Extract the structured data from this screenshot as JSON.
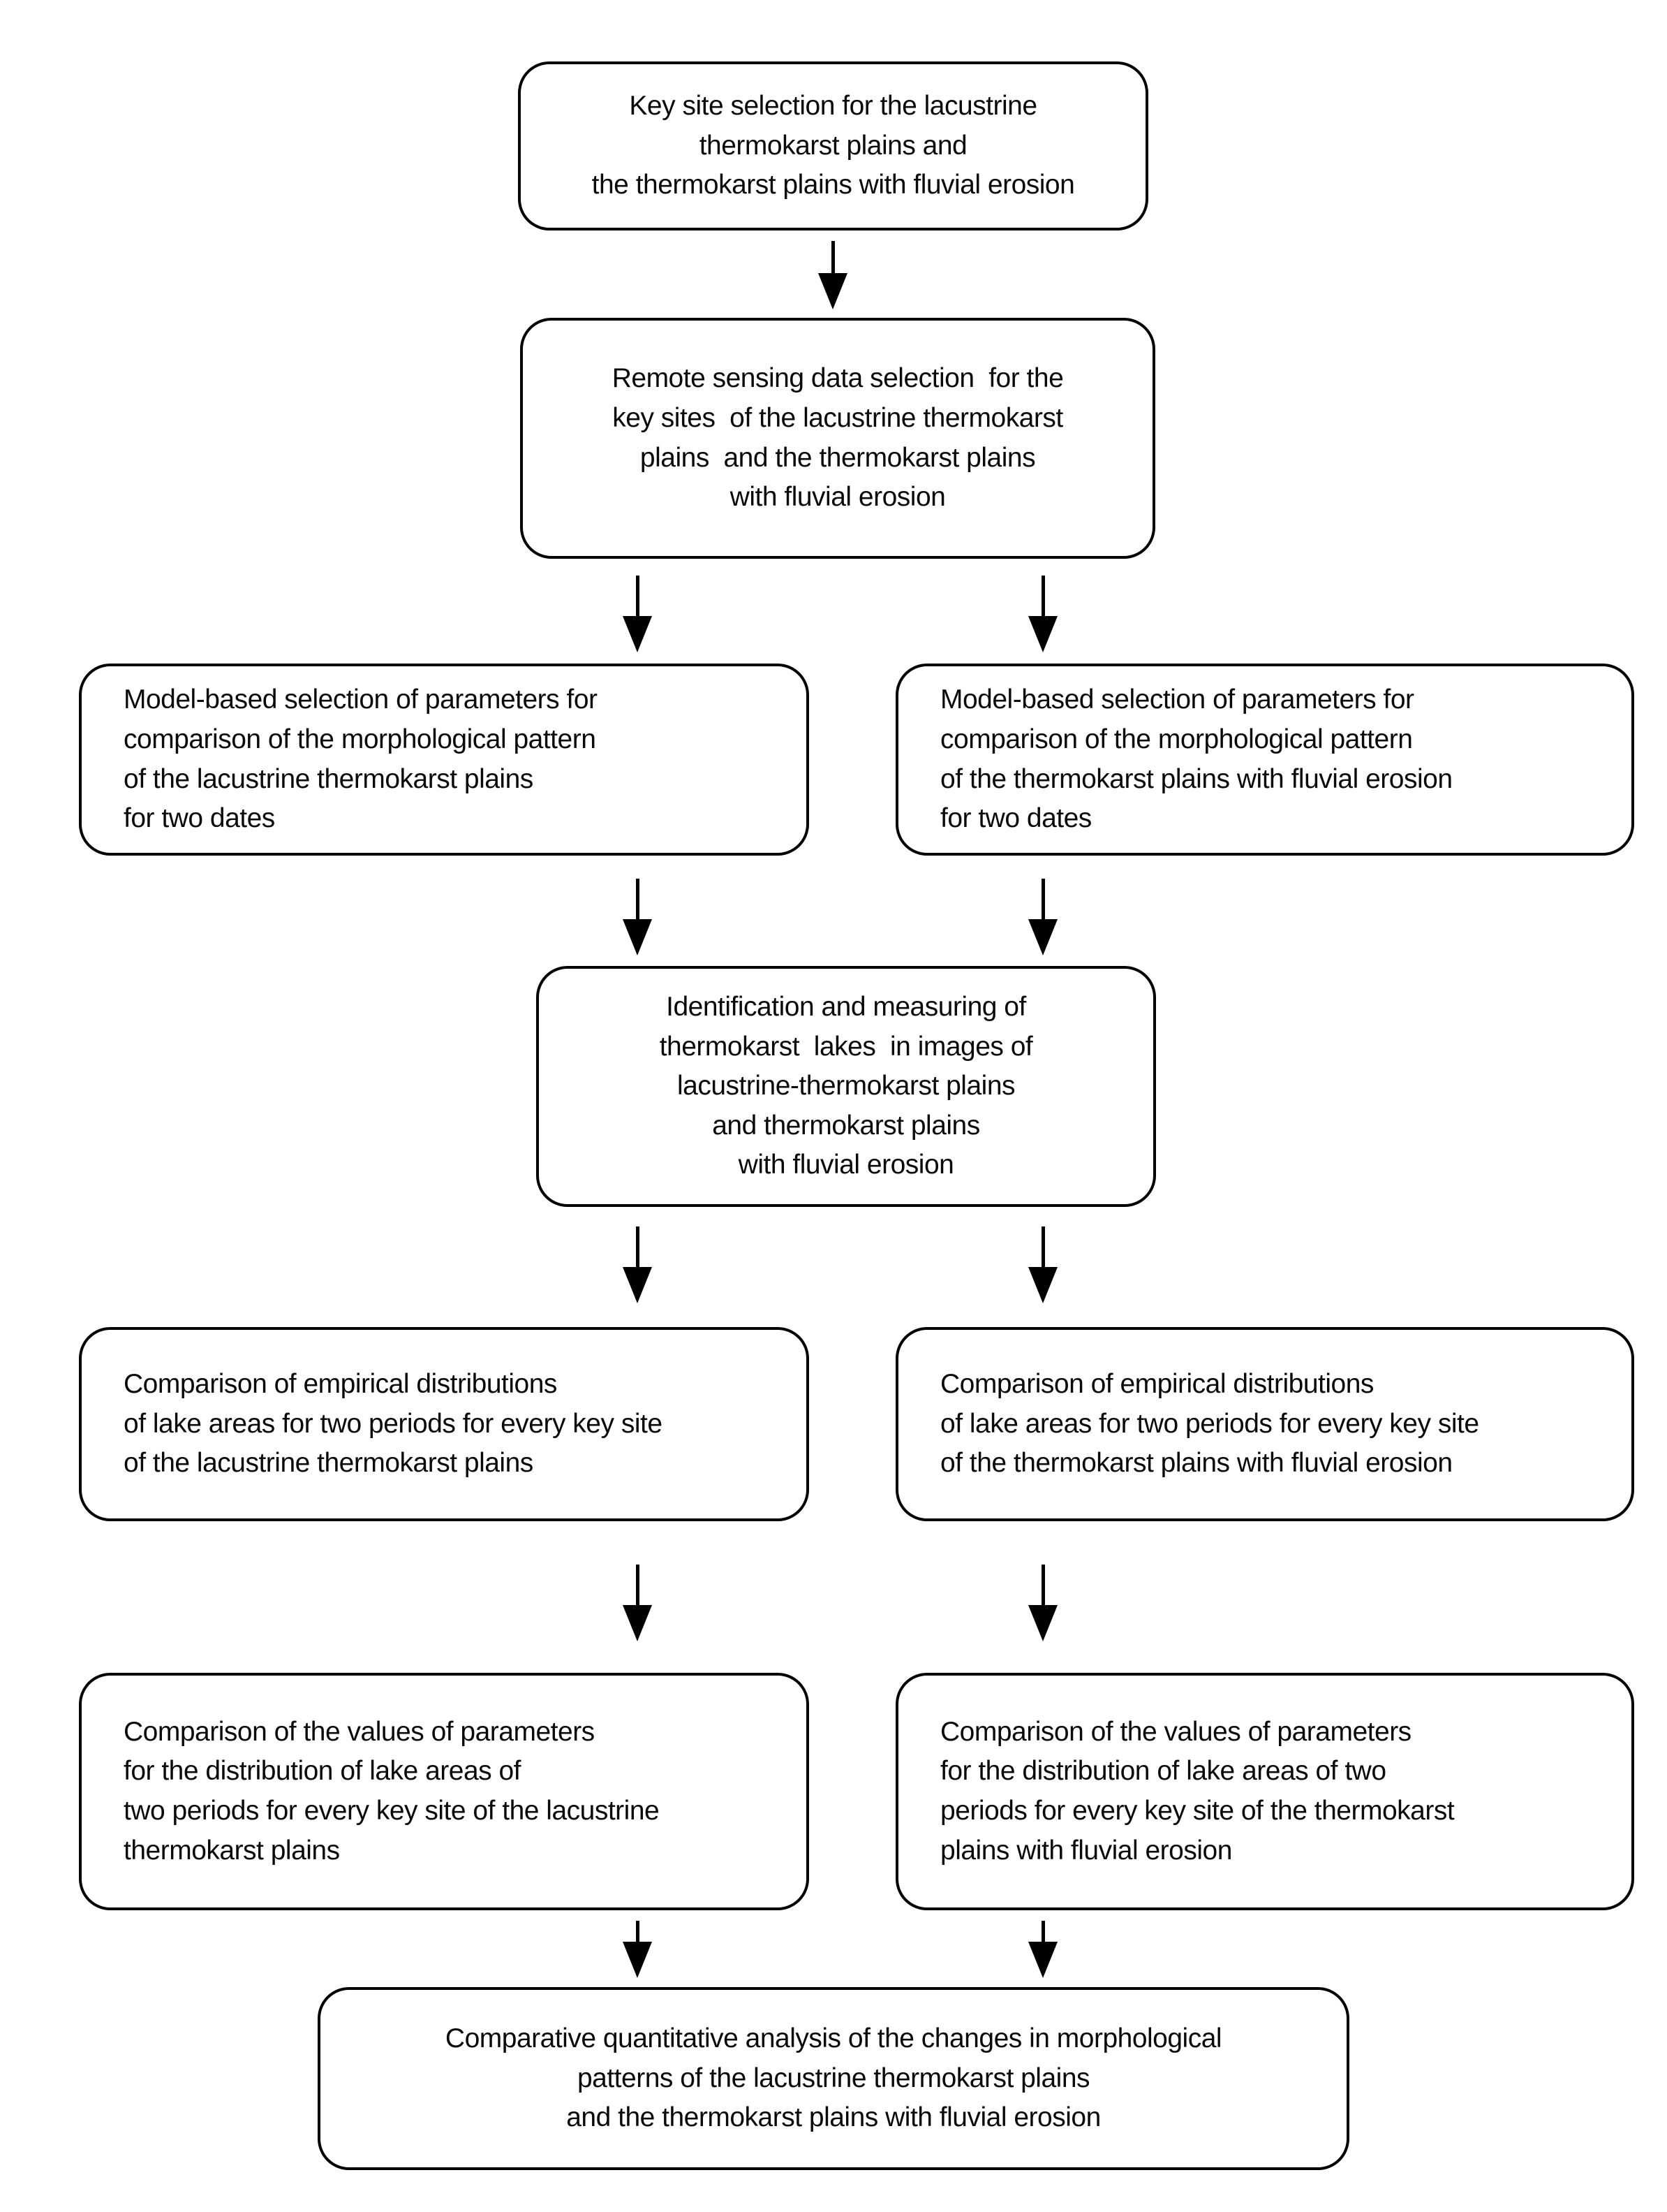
{
  "flowchart": {
    "colors": {
      "box_border": "#000000",
      "box_fill": "#ffffff",
      "text": "#0a0a0a",
      "arrow": "#000000"
    },
    "nodes": [
      {
        "id": "key-site-selection",
        "text": "Key site selection for the lacustrine\nthermokarst plains and\nthe thermokarst plains with fluvial erosion"
      },
      {
        "id": "remote-sensing-data-selection",
        "text": "Remote sensing data selection  for the\nkey sites  of the lacustrine thermokarst\nplains  and the thermokarst plains\nwith fluvial erosion"
      },
      {
        "id": "model-params-lacustrine",
        "text": "Model-based selection of parameters for\ncomparison of the morphological pattern\nof the lacustrine thermokarst plains\nfor two dates"
      },
      {
        "id": "model-params-fluvial-erosion",
        "text": "Model-based selection of parameters for\ncomparison of the morphological pattern\nof the thermokarst plains with fluvial erosion\nfor two dates"
      },
      {
        "id": "identification-measuring",
        "text": "Identification and measuring of\nthermokarst  lakes  in images of\nlacustrine-thermokarst plains\nand thermokarst plains\nwith fluvial erosion"
      },
      {
        "id": "empirical-dist-lacustrine",
        "text": "Comparison of empirical distributions\nof lake areas for two periods for every key site\nof the lacustrine thermokarst plains"
      },
      {
        "id": "empirical-dist-fluvial-erosion",
        "text": "Comparison of empirical distributions\nof lake areas for two periods for every key site\nof the thermokarst plains with fluvial erosion"
      },
      {
        "id": "param-values-lacustrine",
        "text": "Comparison of the values of parameters\nfor the distribution of lake areas of\ntwo periods for every key site of the lacustrine\nthermokarst plains"
      },
      {
        "id": "param-values-fluvial-erosion",
        "text": "Comparison of the values of parameters\nfor the distribution of lake areas of two\nperiods for every key site of the thermokarst\nplains with fluvial erosion"
      },
      {
        "id": "comparative-analysis",
        "text": "Comparative quantitative analysis of the changes in morphological\npatterns of the lacustrine thermokarst plains\nand the thermokarst plains with fluvial erosion"
      }
    ]
  }
}
